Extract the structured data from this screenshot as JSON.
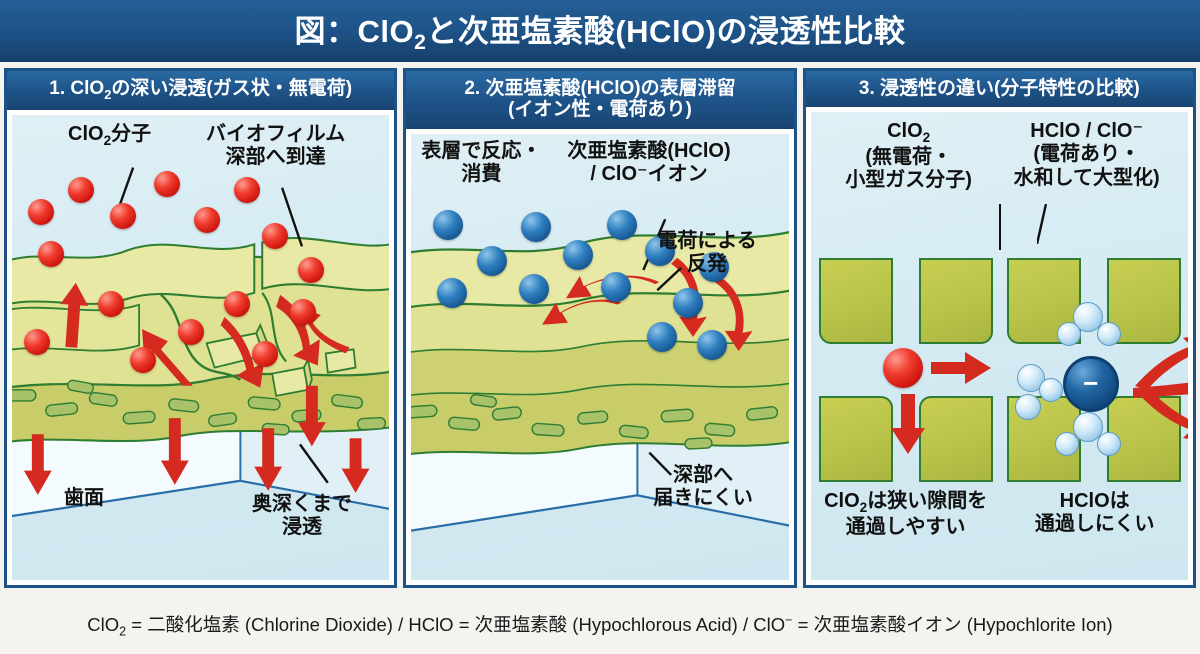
{
  "header": {
    "title_prefix": "図：ClO",
    "title_sub": "2",
    "title_rest": "と次亜塩素酸(HClO)の浸透性比較",
    "bg_color": "#1d5287"
  },
  "panels": [
    {
      "id": "panel-clo2-deep-penetration",
      "number": "1.",
      "heading_line1": "1. ClO₂の深い浸透(ガス状・無電荷)",
      "heading_main": "1. ClO",
      "heading_sub": "2",
      "heading_tail": "の深い浸透(ガス状・無電荷)",
      "labels": {
        "molecule": "ClO₂分子",
        "molecule_main": "ClO",
        "molecule_sub": "2",
        "molecule_tail": "分子",
        "reach_deep_l1": "バイオフィルム",
        "reach_deep_l2": "深部へ到達",
        "tooth_surface": "歯面",
        "deep_penetrate_l1": "奥深くまで",
        "deep_penetrate_l2": "浸透"
      },
      "molecule_color": "#d62118",
      "molecule_count": 16,
      "arrow_color": "#d42a20"
    },
    {
      "id": "panel-hclo-surface-retention",
      "number": "2.",
      "heading_line1": "2. 次亜塩素酸(HClO)の表層滞留",
      "heading_line2": "(イオン性・電荷あり)",
      "labels": {
        "consumed_l1": "表層で反応・",
        "consumed_l2": "消費",
        "species_l1": "次亜塩素酸(HClO)",
        "species_l2": "/ ClO⁻イオン",
        "repulsion_l1": "電荷による",
        "repulsion_l2": "反発",
        "cannot_reach_l1": "深部へ",
        "cannot_reach_l2": "届きにくい"
      },
      "molecule_color": "#1d5e9e",
      "molecule_count": 13,
      "arrow_color": "#d42a20"
    },
    {
      "id": "panel-permeability-difference",
      "number": "3.",
      "heading_line1": "3. 浸透性の違い(分子特性の比較)",
      "labels": {
        "left_l1_main": "ClO",
        "left_l1_sub": "2",
        "left_l2": "(無電荷・",
        "left_l3": "小型ガス分子)",
        "right_l1": "HClO / ClO⁻",
        "right_l2": "(電荷あり・",
        "right_l3": "水和して大型化)",
        "left_bottom_l1_main": "ClO",
        "left_bottom_l1_sub": "2",
        "left_bottom_l1_tail": "は狭い隙間を",
        "left_bottom_l2": "通過しやすい",
        "right_bottom_l1": "HClOは",
        "right_bottom_l2": "通過しにくい"
      },
      "ion_glyph": "−",
      "block_color": "#b9c34a",
      "block_border_color": "#2e7d32"
    }
  ],
  "footer": {
    "legend": "ClO₂ = 二酸化塩素 (Chlorine Dioxide) / HClO = 次亜塩素酸 (Hypochlorous Acid) / ClO⁻ = 次亜塩素酸イオン (Hypochlorite Ion)",
    "part1_main": "ClO",
    "part1_sub": "2",
    "part1_tail": " = 二酸化塩素 (Chlorine Dioxide) / HClO = 次亜塩素酸 (Hypochlorous Acid) / ClO",
    "part1_sup": "−",
    "part1_end": " = 次亜塩素酸イオン (Hypochlorite Ion)"
  },
  "colors": {
    "header_blue": "#1d5287",
    "panel_bg": "#d4eaf2",
    "biofilm_yellow": "#d9dd7d",
    "biofilm_outline": "#2e7d32",
    "tooth_white": "#f2fbfe",
    "page_bg": "#f4f3ef"
  }
}
